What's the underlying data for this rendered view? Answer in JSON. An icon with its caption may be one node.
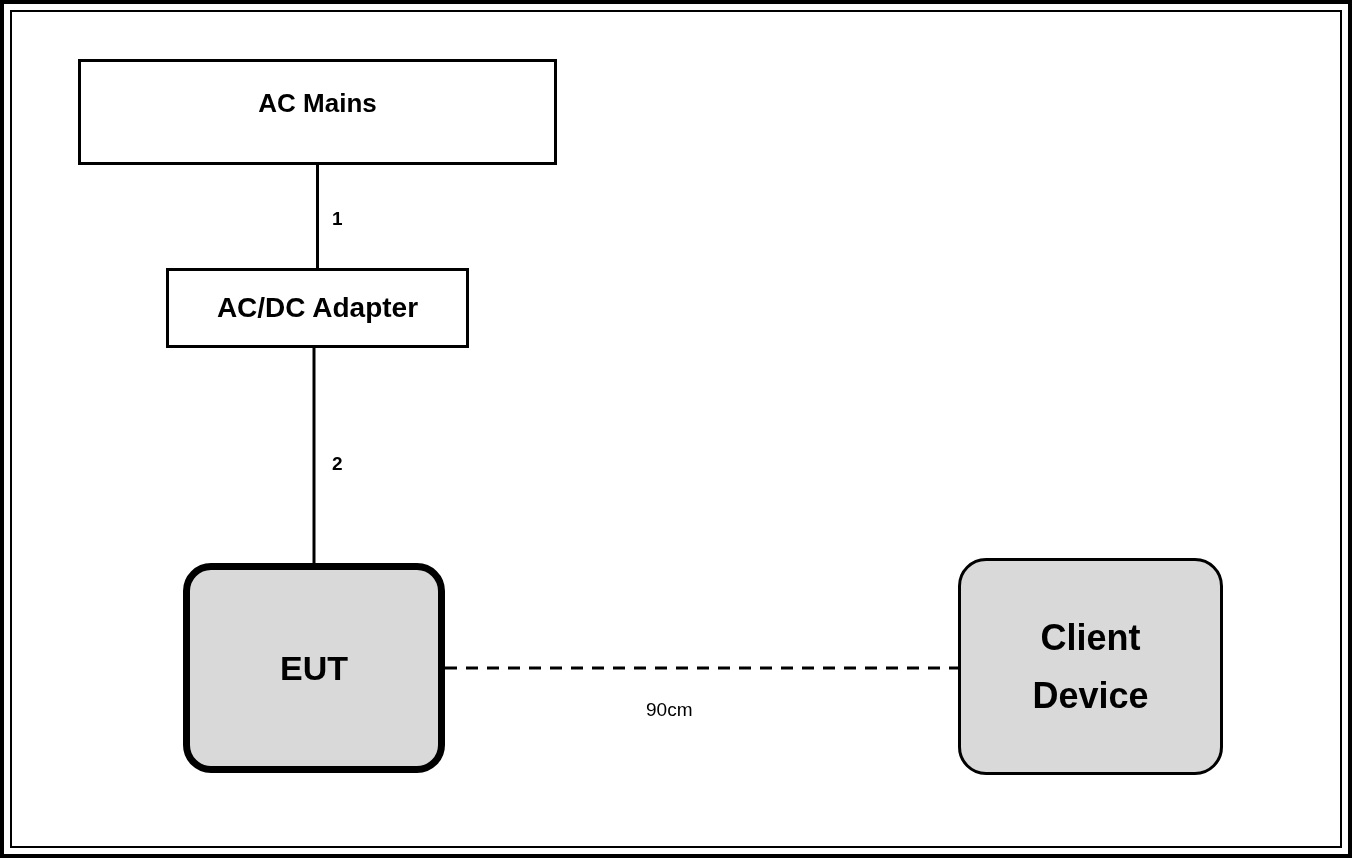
{
  "diagram": {
    "nodes": [
      {
        "text": [
          "AC Mains"
        ]
      },
      {
        "text": [
          "AC/DC Adapter"
        ]
      },
      {
        "text": [
          "EUT"
        ]
      },
      {
        "text": [
          "Client Device"
        ]
      }
    ],
    "edges": [
      {
        "from": 0,
        "to": 1,
        "arrow": "none",
        "label": "1"
      },
      {
        "from": 1,
        "to": 2,
        "arrow": "none",
        "label": "2"
      },
      {
        "from": 2,
        "to": 3,
        "arrow": "none",
        "label": "90cm",
        "style": "dashed"
      }
    ]
  }
}
